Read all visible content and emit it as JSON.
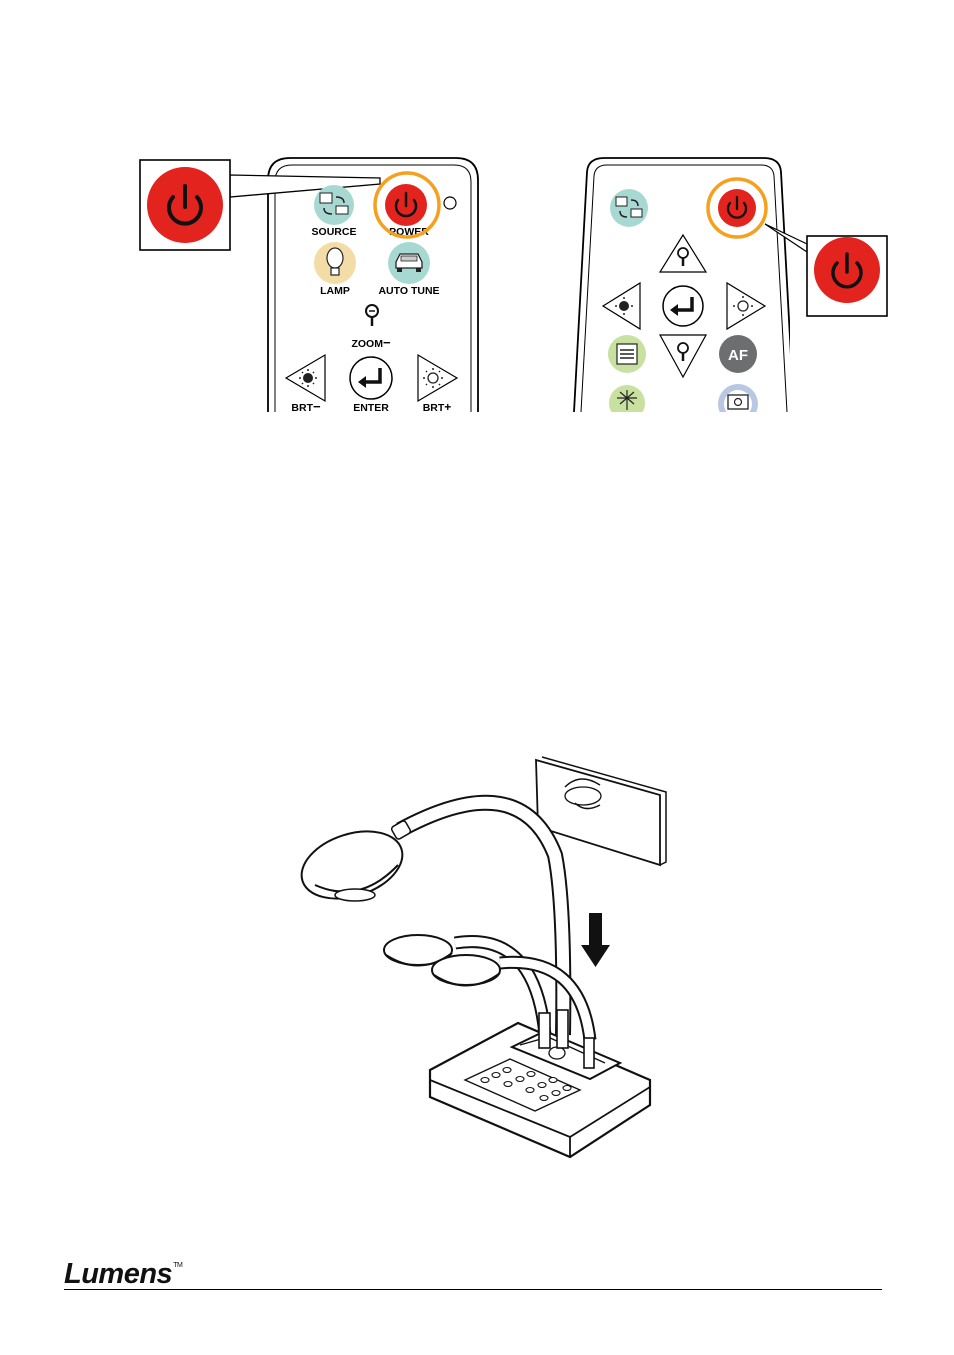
{
  "figure1": {
    "remote_a": {
      "labels": {
        "source": "SOURCE",
        "power": "POWER",
        "lamp": "LAMP",
        "auto_tune": "AUTO TUNE",
        "zoom": "ZOOM",
        "enter": "ENTER",
        "brt_minus": "BRT",
        "brt_plus": "BRT"
      }
    },
    "remote_b": {
      "af_label": "AF"
    },
    "colors": {
      "power_red": "#e3231e",
      "highlight_orange": "#f5a01e",
      "source_teal": "#a8d8d2",
      "lamp_yellow": "#f3dca6",
      "green_button": "#c8e0a0",
      "af_gray": "#6d6e70"
    }
  },
  "footer": {
    "brand": "Lumens",
    "trademark": "TM"
  }
}
